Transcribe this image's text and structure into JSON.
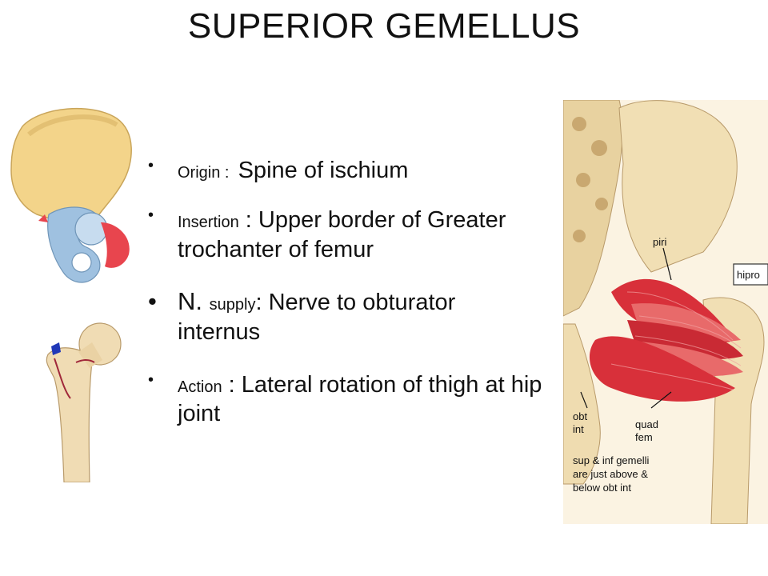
{
  "slide": {
    "title": "SUPERIOR GEMELLUS",
    "points": [
      {
        "term": "Origin",
        "sep": " :  ",
        "text": "Spine of ischium"
      },
      {
        "term": "Insertion",
        "sep": " : ",
        "text": "Upper border of Greater trochanter of femur"
      },
      {
        "term_prefix": "N. ",
        "term": "supply",
        "sep": ": ",
        "text": "Nerve to obturator internus"
      },
      {
        "term": "Action",
        "sep": " : ",
        "text": "Lateral rotation of thigh at hip joint"
      }
    ],
    "bullet": "•"
  },
  "figure_labels": {
    "piri": "piri",
    "obt_int_1": "obt",
    "obt_int_2": "int",
    "quad_fem_1": "quad",
    "quad_fem_2": "fem",
    "note_1": "sup & inf gemelli",
    "note_2": "are just above &",
    "note_3": "below obt int",
    "box_text": "hipro"
  },
  "colors": {
    "bone": "#f3d48a",
    "bone_shade": "#dcb86a",
    "origin_blue": "#9fc1e0",
    "insertion_red": "#e8454e",
    "muscle_red": "#d8303a",
    "muscle_light": "#e86a6a",
    "femur_bone": "#f0dcb4"
  }
}
